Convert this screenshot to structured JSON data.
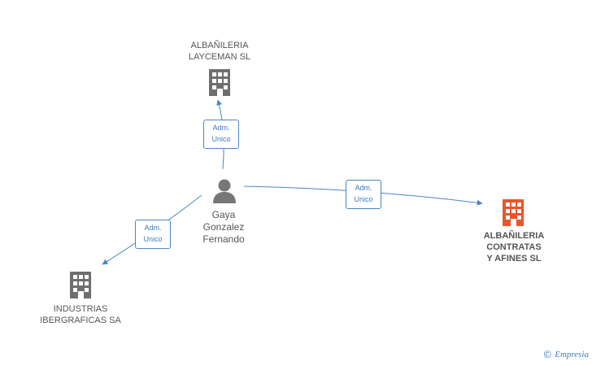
{
  "colors": {
    "edge": "#4a86c8",
    "building": "#6e6e6e",
    "building_main": "#e8562a",
    "person": "#777777"
  },
  "nodes": {
    "layceman": {
      "icon": "building-icon",
      "lines": [
        "ALBAÑILERIA",
        "LAYCEMAN SL"
      ]
    },
    "person": {
      "icon": "person-icon",
      "lines": [
        "Gaya",
        "Gonzalez",
        "Fernando"
      ]
    },
    "contratas": {
      "icon": "building-icon",
      "lines": [
        "ALBAÑILERIA",
        "CONTRATAS",
        "Y AFINES SL"
      ]
    },
    "industrias": {
      "icon": "building-icon",
      "lines": [
        "INDUSTRIAS",
        "IBERGRAFICAS SA"
      ]
    }
  },
  "edges": {
    "to_layceman": {
      "lines": [
        "Adm.",
        "Unico"
      ]
    },
    "to_contratas": {
      "lines": [
        "Adm.",
        "Unico"
      ]
    },
    "to_industrias": {
      "lines": [
        "Adm.",
        "Unico"
      ]
    }
  },
  "brand": {
    "copyright": "©",
    "name": "Empresia"
  }
}
